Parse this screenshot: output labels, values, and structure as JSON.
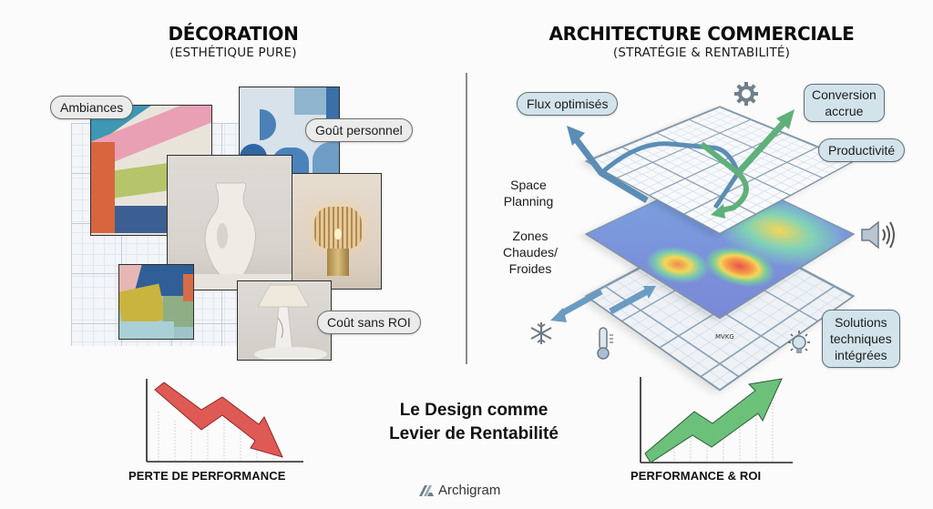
{
  "left_section": {
    "title": "DÉCORATION",
    "subtitle": "(ESTHÉTIQUE PURE)",
    "labels": [
      "Ambiances",
      "Goût personnel",
      "Coût sans ROI"
    ],
    "images": [
      "fabric-swatch-fan",
      "blue-abstract-pattern",
      "sculptural-vase",
      "rattan-table-lamp",
      "folded-fabric-closeup",
      "marble-table-lamp",
      "blueprint-background"
    ]
  },
  "right_section": {
    "title": "ARCHITECTURE COMMERCIALE",
    "subtitle": "(STRATÉGIE & RENTABILITÉ)",
    "callouts": {
      "flux": "Flux optimisés",
      "conversion_line1": "Conversion",
      "conversion_line2": "accrue",
      "productivite": "Productivité",
      "solutions_line1": "Solutions",
      "solutions_line2": "techniques",
      "solutions_line3": "intégrées"
    },
    "side_labels": {
      "space_line1": "Space",
      "space_line2": "Planning",
      "zones_line1": "Zones",
      "zones_line2": "Chaudes/",
      "zones_line3": "Froides"
    },
    "icons": [
      "gear-icon",
      "speaker-icon",
      "snowflake-icon",
      "thermometer-icon",
      "lightbulb-icon"
    ],
    "plan_tag": "MVKG"
  },
  "bottom": {
    "left_chart_label": "PERTE DE PERFORMANCE",
    "right_chart_label": "PERFORMANCE & ROI",
    "center_title_line1": "Le Design comme",
    "center_title_line2": "Levier de Rentabilité",
    "brand": "Archigram"
  },
  "colors": {
    "decline_arrow": "#e05a55",
    "growth_arrow": "#6cc17a",
    "flow_blue": "#5b8db5",
    "flow_green": "#5fb07a",
    "callout_blue": "#d3e3ec",
    "callout_grey": "#ebebeb"
  }
}
